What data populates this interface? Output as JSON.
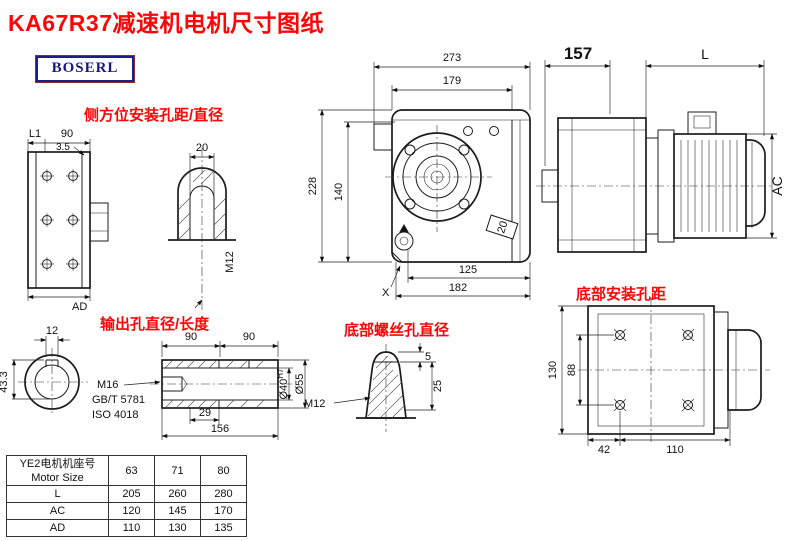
{
  "title": "KA67R37减速机电机尺寸图纸",
  "logo": "BOSERL",
  "views": {
    "side_mount": {
      "label": "侧方位安装孔距/直径",
      "dims": {
        "l1": "L1",
        "w90": "90",
        "t35": "3.5",
        "ad": "AD",
        "hole20": "20",
        "thread": "M12"
      }
    },
    "front": {
      "dims": {
        "w273": "273",
        "w179": "179",
        "h228": "228",
        "h140": "140",
        "key20": "20",
        "w125": "125",
        "w182": "182",
        "x_mark": "X"
      }
    },
    "side": {
      "dims": {
        "d157": "157",
        "length": "L",
        "ac": "AC"
      }
    },
    "output": {
      "label": "输出孔直径/长度",
      "dims": {
        "key12": "12",
        "depth433": "43.3",
        "l90a": "90",
        "l90b": "90",
        "thread": "M16",
        "std1": "GB/T 5781",
        "std2": "ISO 4018",
        "l29": "29",
        "l156": "156",
        "bore": "Ø40",
        "bore_tol": "H7",
        "od": "Ø55"
      }
    },
    "bottom_screw": {
      "label": "底部螺丝孔直径",
      "dims": {
        "thread": "M12",
        "d5": "5",
        "d25": "25"
      }
    },
    "bottom_mount": {
      "label": "底部安装孔距",
      "dims": {
        "h130": "130",
        "h88": "88",
        "w42": "42",
        "w110": "110"
      }
    }
  },
  "table": {
    "col0_line1": "YE2电机机座号",
    "col0_line2": "Motor Size",
    "sizes": [
      "63",
      "71",
      "80"
    ],
    "rows": [
      {
        "name": "L",
        "values": [
          "205",
          "260",
          "280"
        ]
      },
      {
        "name": "AC",
        "values": [
          "120",
          "145",
          "170"
        ]
      },
      {
        "name": "AD",
        "values": [
          "110",
          "130",
          "135"
        ]
      }
    ]
  }
}
